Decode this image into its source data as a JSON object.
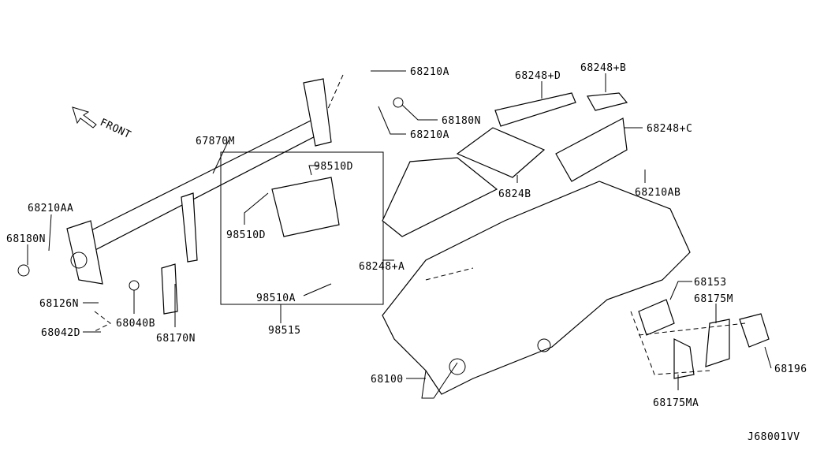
{
  "diagram_code": "J68001VV",
  "direction_label": "FRONT",
  "labels": [
    {
      "id": "l0",
      "text": "68210A"
    },
    {
      "id": "l1",
      "text": "68180N"
    },
    {
      "id": "l2",
      "text": "68210A"
    },
    {
      "id": "l3",
      "text": "67870M"
    },
    {
      "id": "l4",
      "text": "98510D"
    },
    {
      "id": "l5",
      "text": "98510D"
    },
    {
      "id": "l6",
      "text": "98510A"
    },
    {
      "id": "l7",
      "text": "98515"
    },
    {
      "id": "l8",
      "text": "68210AA"
    },
    {
      "id": "l9",
      "text": "68180N"
    },
    {
      "id": "l10",
      "text": "68126N"
    },
    {
      "id": "l11",
      "text": "68040B"
    },
    {
      "id": "l12",
      "text": "68170N"
    },
    {
      "id": "l13",
      "text": "68042D"
    },
    {
      "id": "l14",
      "text": "68248+D"
    },
    {
      "id": "l15",
      "text": "68248+B"
    },
    {
      "id": "l16",
      "text": "68248+C"
    },
    {
      "id": "l17",
      "text": "6824B"
    },
    {
      "id": "l18",
      "text": "68210AB"
    },
    {
      "id": "l19",
      "text": "68248+A"
    },
    {
      "id": "l20",
      "text": "68153"
    },
    {
      "id": "l21",
      "text": "68175M"
    },
    {
      "id": "l22",
      "text": "68196"
    },
    {
      "id": "l23",
      "text": "68100"
    },
    {
      "id": "l24",
      "text": "68175MA"
    }
  ]
}
